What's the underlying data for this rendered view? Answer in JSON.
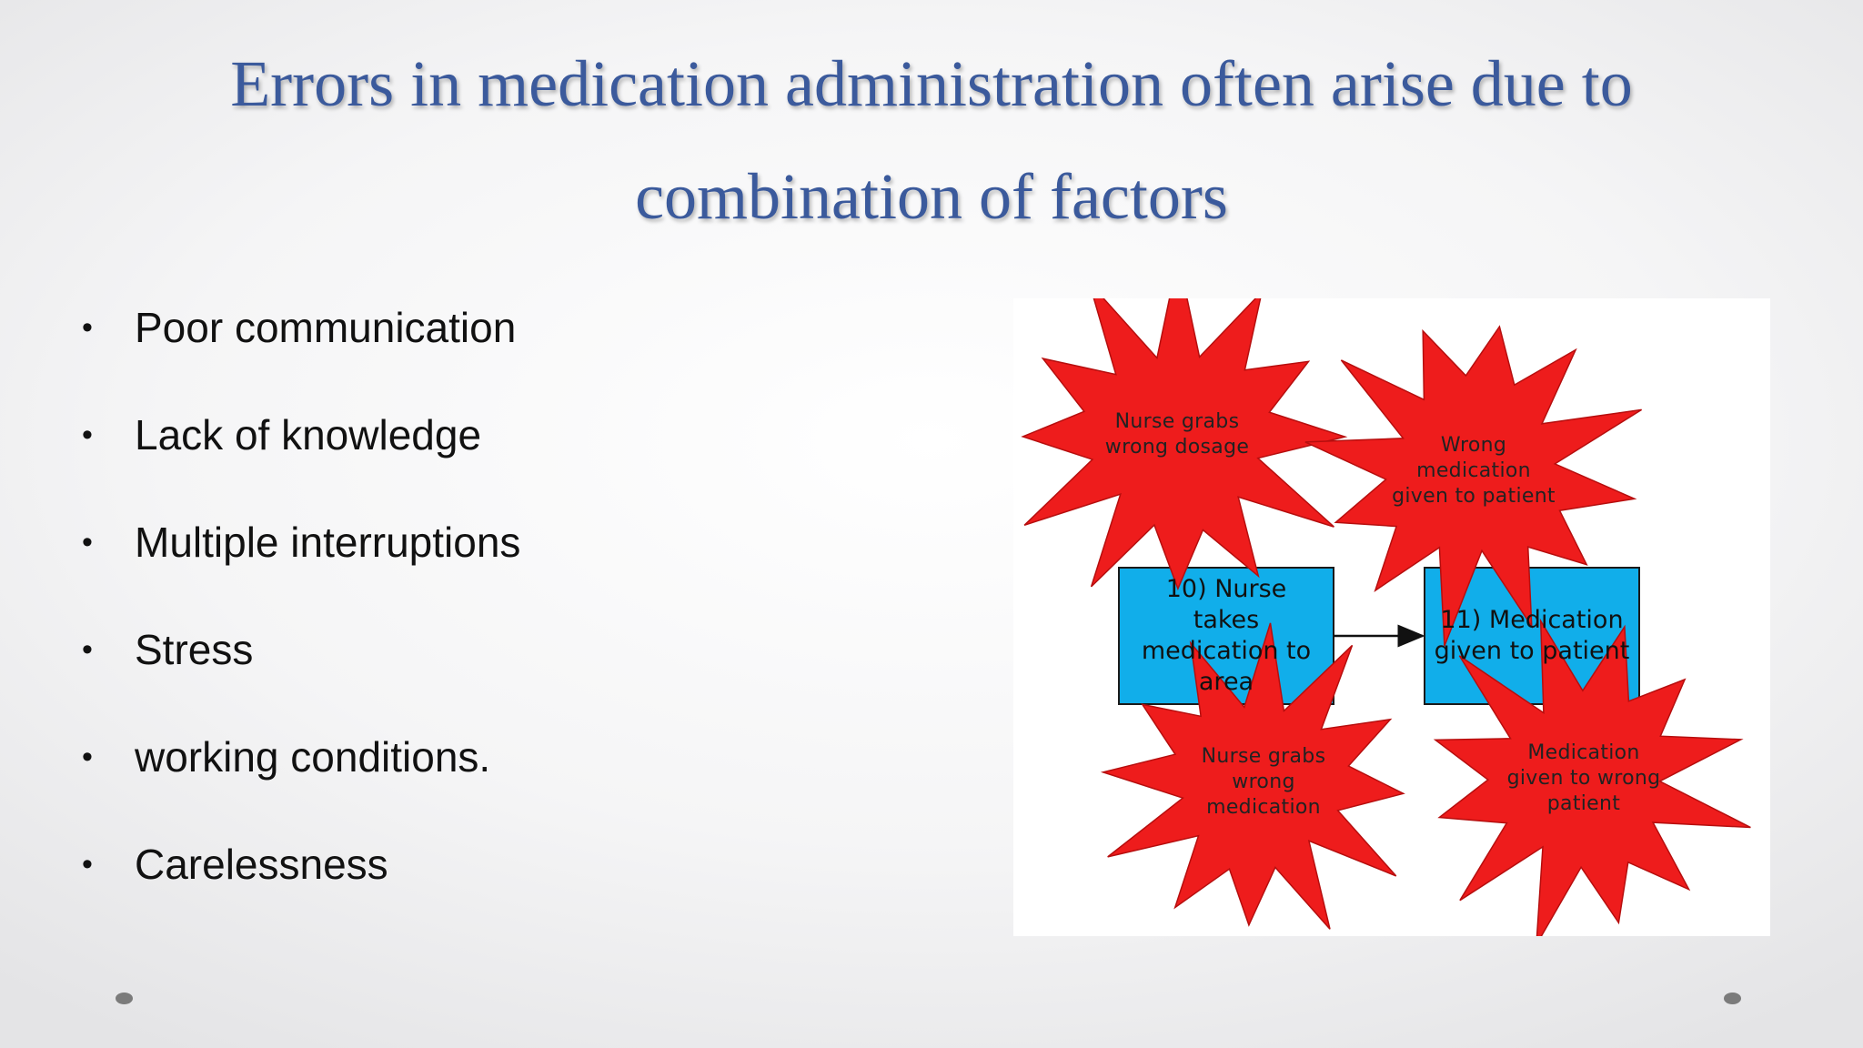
{
  "slide": {
    "title_lines": [
      "Errors in medication administration often arise due to",
      "combination of factors"
    ],
    "bullets": [
      "Poor communication",
      "Lack of knowledge",
      "Multiple interruptions",
      "Stress",
      "working conditions.",
      "Carelessness"
    ]
  },
  "diagram": {
    "boxes": [
      {
        "lines": [
          "10) Nurse",
          "takes",
          "medication to",
          "area"
        ]
      },
      {
        "lines": [
          "11) Medication",
          "given to patient"
        ]
      }
    ],
    "stars": [
      {
        "lines": [
          "Nurse grabs",
          "wrong dosage"
        ]
      },
      {
        "lines": [
          "Wrong",
          "medication",
          "given to patient"
        ]
      },
      {
        "lines": [
          "Nurse grabs",
          "wrong",
          "medication"
        ]
      },
      {
        "lines": [
          "Medication",
          "given to wrong",
          "patient"
        ]
      }
    ],
    "colors": {
      "star_fill": "#ee1c1c",
      "box_fill": "#11aeea",
      "title": "#3b5a9c"
    }
  }
}
